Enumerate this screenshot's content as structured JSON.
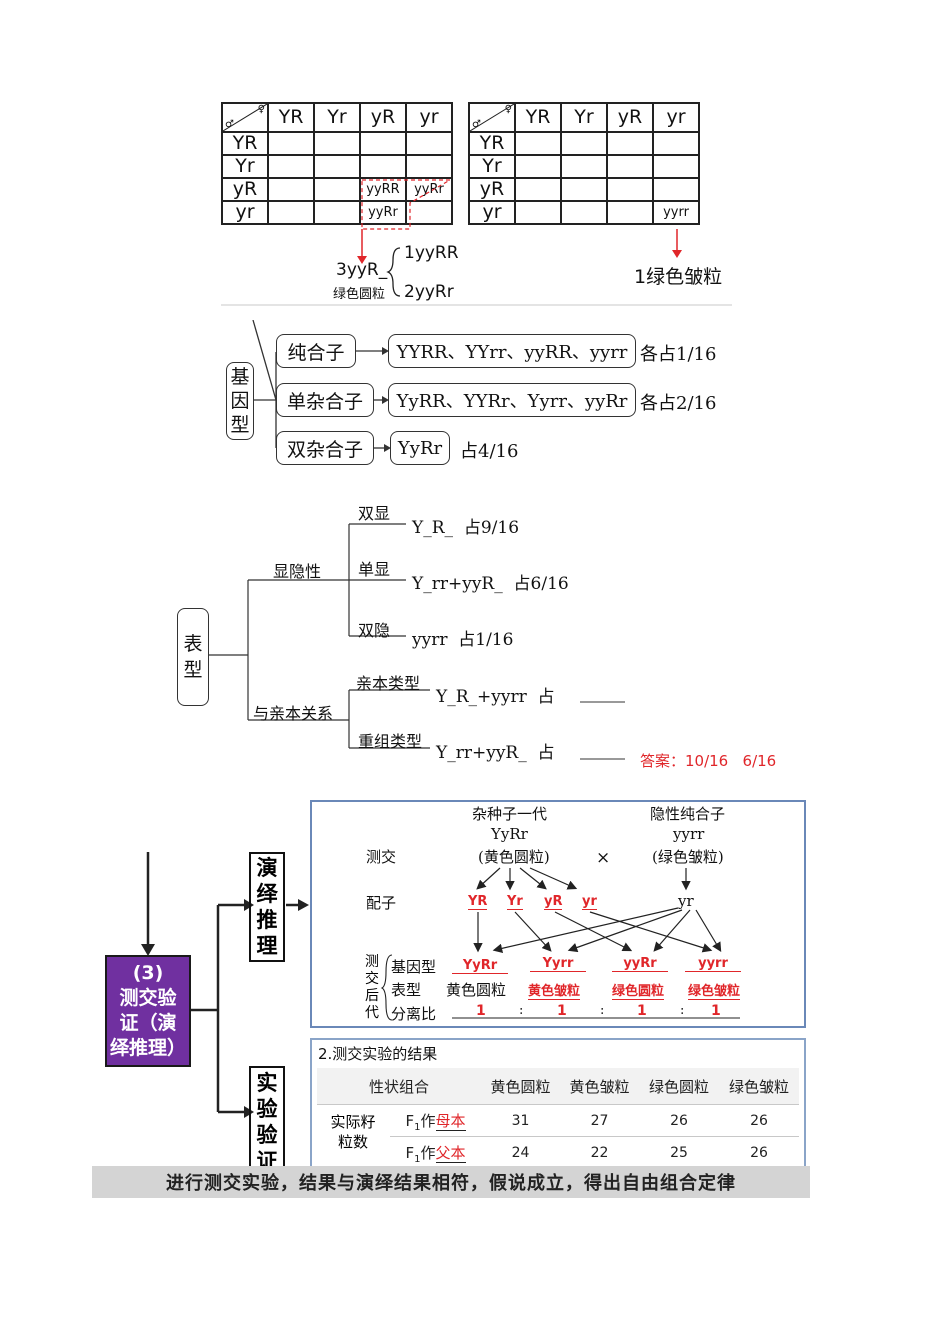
{
  "punnett1": {
    "corner_male": "♂",
    "corner_female": "♀",
    "cols": [
      "YR",
      "Yr",
      "yR",
      "yr"
    ],
    "rows": [
      "YR",
      "Yr",
      "yR",
      "yr"
    ],
    "cells": {
      "yR_yR": "yyRR",
      "yR_yr": "yyRr",
      "yr_yR": "yyRr"
    },
    "note_main": "3yyR_",
    "note_sub": "绿色圆粒",
    "note_item1": "1yyRR",
    "note_item2": "2yyRr"
  },
  "punnett2": {
    "corner_male": "♂",
    "corner_female": "♀",
    "cols": [
      "YR",
      "Yr",
      "yR",
      "yr"
    ],
    "rows": [
      "YR",
      "Yr",
      "yR",
      "yr"
    ],
    "cell_yr_yr": "yyrr",
    "note": "1绿色皱粒"
  },
  "genotype": {
    "root": [
      "基",
      "因",
      "型"
    ],
    "branches": [
      {
        "name": "纯合子",
        "members": "YYRR、YYrr、yyRR、yyrr",
        "share": "各占1/16"
      },
      {
        "name": "单杂合子",
        "members": "YyRR、YYRr、Yyrr、yyRr",
        "share": "各占2/16"
      },
      {
        "name": "双杂合子",
        "members": "YyRr",
        "share": "占4/16"
      }
    ]
  },
  "phenotype": {
    "root": [
      "表",
      "型"
    ],
    "group1": "显隐性",
    "group1_items": [
      {
        "label": "双显",
        "text": "Y_R_  占9/16"
      },
      {
        "label": "单显",
        "text": "Y_rr+yyR_  占6/16"
      },
      {
        "label": "双隐",
        "text": "yyrr  占1/16"
      }
    ],
    "group2": "与亲本关系",
    "group2_items": [
      {
        "label": "亲本类型",
        "text": "Y_R_+yyrr  占"
      },
      {
        "label": "重组类型",
        "text": "Y_rr+yyR_  占"
      }
    ],
    "answer": "答案：10/16   6/16"
  },
  "testcross": {
    "left_box": [
      "(3)",
      "测交验",
      "证（演",
      "绎推理）"
    ],
    "branch1": [
      "演",
      "绎",
      "推",
      "理"
    ],
    "branch2": [
      "实",
      "验",
      "验",
      "证"
    ],
    "parent1_title": "杂种子一代",
    "parent1_geno": "YyRr",
    "parent1_pheno": "(黄色圆粒)",
    "cross_sign": "×",
    "parent2_title": "隐性纯合子",
    "parent2_geno": "yyrr",
    "parent2_pheno": "(绿色皱粒)",
    "row_cross": "测交",
    "row_gamete": "配子",
    "gametes": [
      "YR",
      "Yr",
      "yR",
      "yr"
    ],
    "gamete_recessive": "yr",
    "offspring_side": [
      "测",
      "交",
      "后",
      "代"
    ],
    "label_genotype": "基因型",
    "label_phenotype": "表型",
    "label_ratio": "分离比",
    "offspring_genotypes": [
      "YyRr",
      "Yyrr",
      "yyRr",
      "yyrr"
    ],
    "offspring_phenotypes": [
      "黄色圆粒",
      "黄色皱粒",
      "绿色圆粒",
      "绿色皱粒"
    ],
    "ratio": [
      "1",
      "1",
      "1",
      "1"
    ],
    "ratio_sep": ":"
  },
  "results": {
    "title": "2.测交实验的结果",
    "header": [
      "性状组合",
      "黄色圆粒",
      "黄色皱粒",
      "绿色圆粒",
      "绿色皱粒"
    ],
    "row_group": [
      "实际籽",
      "粒数"
    ],
    "rows": [
      {
        "label_pre": "F",
        "label_sub": "1",
        "label_mid": "作",
        "label_role": "母本",
        "values": [
          "31",
          "27",
          "26",
          "26"
        ]
      },
      {
        "label_pre": "F",
        "label_sub": "1",
        "label_mid": "作",
        "label_role": "父本",
        "values": [
          "24",
          "22",
          "25",
          "26"
        ]
      }
    ]
  },
  "conclusion": "进行测交实验，结果与演绎结果相符，假说成立，得出自由组合定律",
  "colors": {
    "red": "#e0262a",
    "purple": "#7030a0",
    "frame": "#6a88b8"
  }
}
